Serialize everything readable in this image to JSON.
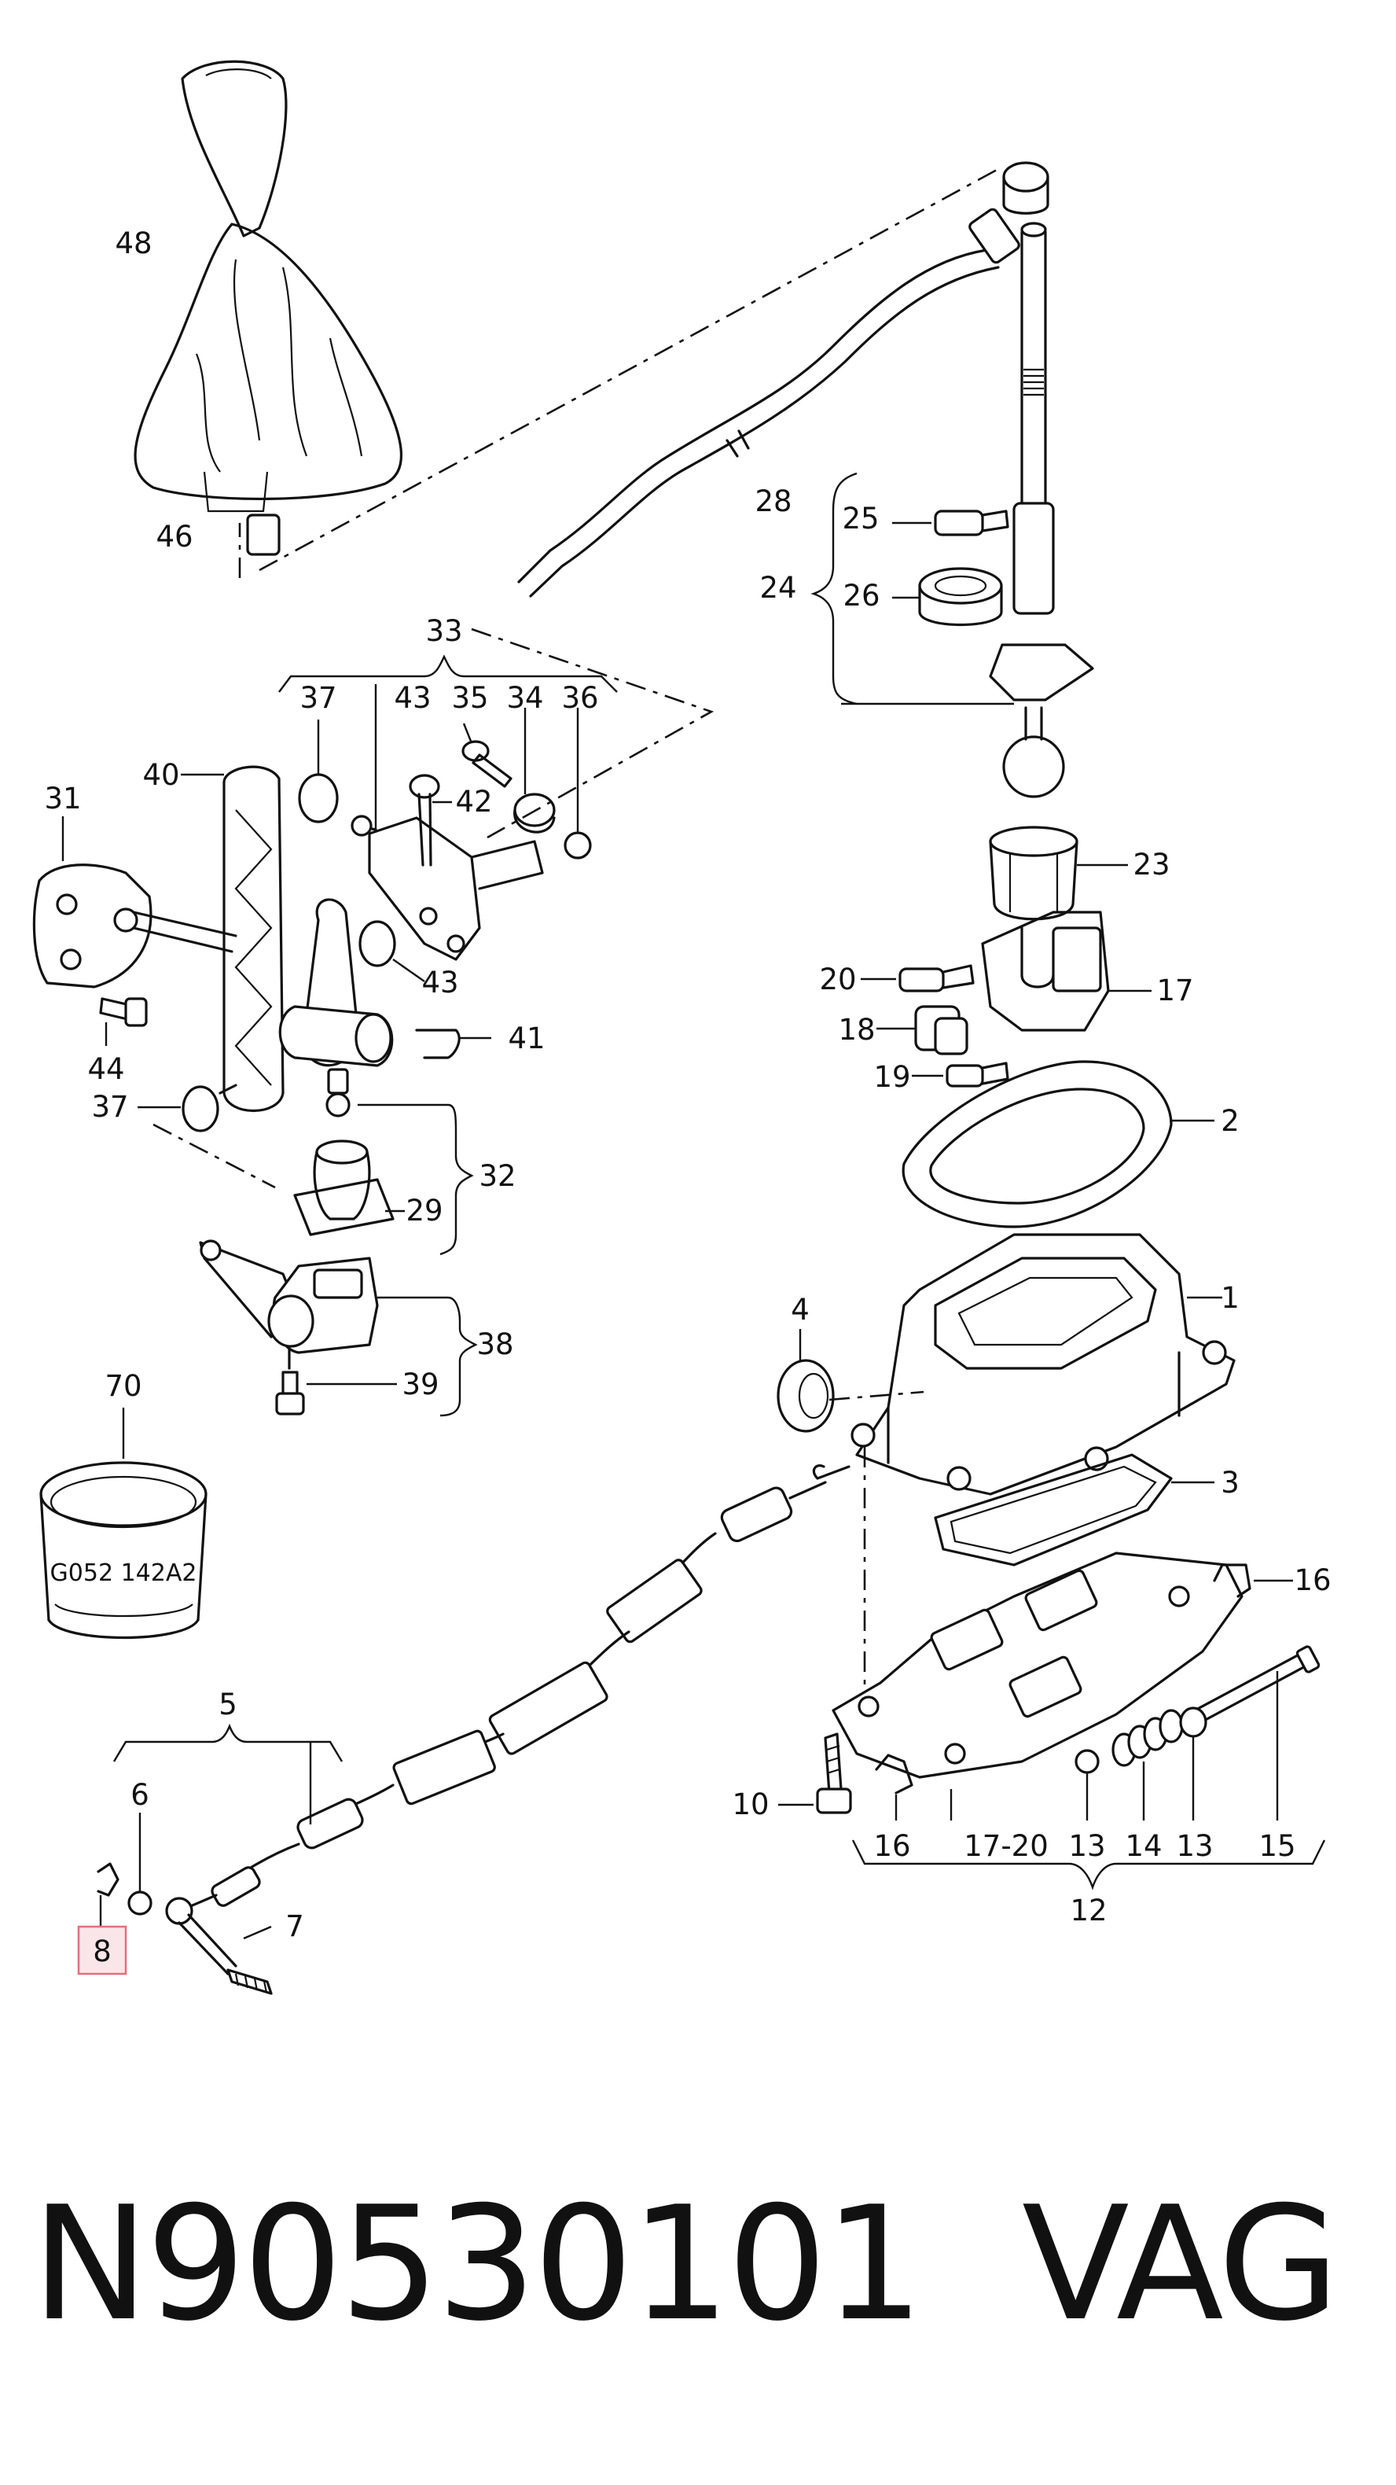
{
  "diagram": {
    "callouts": [
      {
        "id": "c48",
        "text": "48"
      },
      {
        "id": "c46",
        "text": "46"
      },
      {
        "id": "c28",
        "text": "28"
      },
      {
        "id": "c25",
        "text": "25"
      },
      {
        "id": "c24",
        "text": "24"
      },
      {
        "id": "c26",
        "text": "26"
      },
      {
        "id": "c33",
        "text": "33"
      },
      {
        "id": "c37a",
        "text": "37"
      },
      {
        "id": "c43a",
        "text": "43"
      },
      {
        "id": "c35",
        "text": "35"
      },
      {
        "id": "c34",
        "text": "34"
      },
      {
        "id": "c36",
        "text": "36"
      },
      {
        "id": "c40",
        "text": "40"
      },
      {
        "id": "c42",
        "text": "42"
      },
      {
        "id": "c31",
        "text": "31"
      },
      {
        "id": "c23",
        "text": "23"
      },
      {
        "id": "c43b",
        "text": "43"
      },
      {
        "id": "c20",
        "text": "20"
      },
      {
        "id": "c17",
        "text": "17"
      },
      {
        "id": "c44",
        "text": "44"
      },
      {
        "id": "c41",
        "text": "41"
      },
      {
        "id": "c18",
        "text": "18"
      },
      {
        "id": "c19",
        "text": "19"
      },
      {
        "id": "c2",
        "text": "2"
      },
      {
        "id": "c37b",
        "text": "37"
      },
      {
        "id": "c32",
        "text": "32"
      },
      {
        "id": "c29",
        "text": "29"
      },
      {
        "id": "c4",
        "text": "4"
      },
      {
        "id": "c1",
        "text": "1"
      },
      {
        "id": "c38",
        "text": "38"
      },
      {
        "id": "c70",
        "text": "70"
      },
      {
        "id": "c39",
        "text": "39"
      },
      {
        "id": "c3",
        "text": "3"
      },
      {
        "id": "c16a",
        "text": "16"
      },
      {
        "id": "c5",
        "text": "5"
      },
      {
        "id": "c6",
        "text": "6"
      },
      {
        "id": "c10",
        "text": "10"
      },
      {
        "id": "c16b",
        "text": "16"
      },
      {
        "id": "c1720",
        "text": "17-20"
      },
      {
        "id": "c13a",
        "text": "13"
      },
      {
        "id": "c14",
        "text": "14"
      },
      {
        "id": "c13b",
        "text": "13"
      },
      {
        "id": "c15",
        "text": "15"
      },
      {
        "id": "c12",
        "text": "12"
      },
      {
        "id": "c7",
        "text": "7"
      },
      {
        "id": "c8",
        "text": "8"
      }
    ],
    "ring_marking": "G052 142A2",
    "highlight_color": "#e0707a"
  },
  "caption": {
    "part_number": "N90530101",
    "brand": "VAG"
  }
}
